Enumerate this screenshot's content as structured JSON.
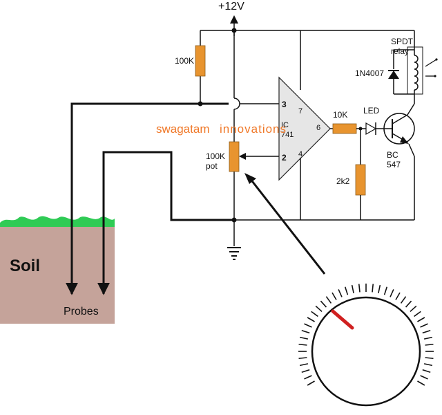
{
  "supply": {
    "label": "+12V"
  },
  "relay": {
    "line1": "SPDT",
    "line2": "relay"
  },
  "diode": {
    "label": "1N4007"
  },
  "resistor_top": {
    "label": "100K"
  },
  "ic": {
    "name": "IC",
    "part": "741",
    "pins": [
      "3",
      "2",
      "7",
      "6",
      "4"
    ]
  },
  "resistor_out": {
    "label": "10K"
  },
  "led": {
    "label": "LED"
  },
  "transistor": {
    "line1": "BC",
    "line2": "547"
  },
  "resistor_base": {
    "label": "2k2"
  },
  "pot": {
    "line1": "100K",
    "line2": "pot"
  },
  "watermark": {
    "word1": "swagatam",
    "word2": "innovations"
  },
  "soil": {
    "label": "Soil",
    "probes": "Probes"
  },
  "colors": {
    "component": "#E8942F",
    "wire": "#111111",
    "grass": "#2FCB55",
    "soil": "#C5A39A",
    "needle": "#D02020",
    "ic_body": "#E6E6E6",
    "watermark": "#F07828"
  }
}
